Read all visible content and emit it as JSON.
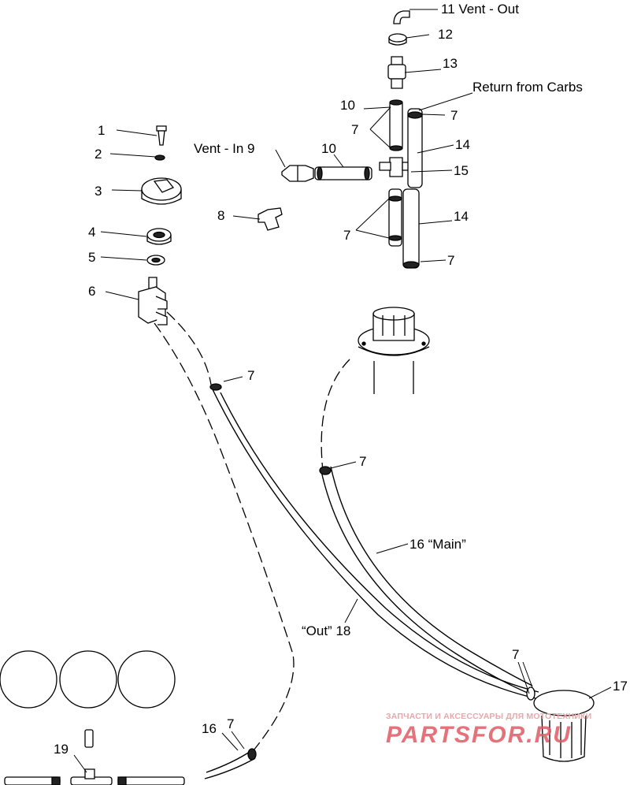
{
  "labels": {
    "l1": "1",
    "l2": "2",
    "l3": "3",
    "l4": "4",
    "l5": "5",
    "l6": "6",
    "l7": "7",
    "l8": "8",
    "vent_in": "Vent - In 9",
    "l10": "10",
    "vent_out": "11 Vent - Out",
    "l12": "12",
    "l13": "13",
    "return": "Return from Carbs",
    "l14": "14",
    "l15": "15",
    "main": "16 “Main”",
    "l16": "16",
    "l17": "17",
    "out": "“Out” 18",
    "l19": "19"
  },
  "watermark": {
    "top": "ЗАПЧАСТИ И АКСЕССУАРЫ ДЛЯ МОТОТЕХНИКИ",
    "brand": "PARTSFOR.RU",
    "color": "#e05a63"
  },
  "colors": {
    "line": "#000000",
    "background": "#ffffff"
  }
}
